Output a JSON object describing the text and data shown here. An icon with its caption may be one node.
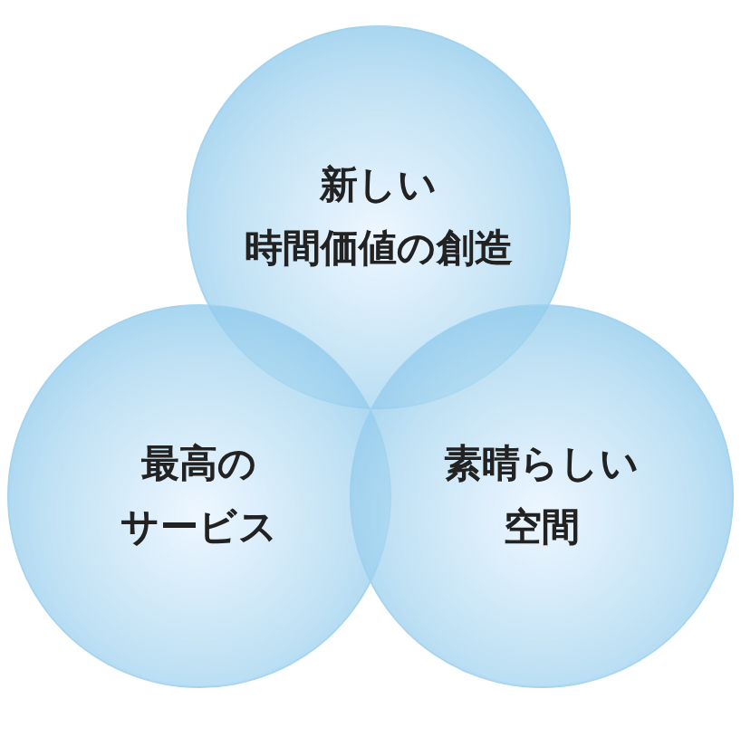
{
  "diagram": {
    "nodes": [
      {
        "text": [
          "新しい",
          "時間価値の創造"
        ]
      },
      {
        "text": [
          "最高の",
          "サービス"
        ]
      },
      {
        "text": [
          "素晴らしい",
          "空間"
        ]
      }
    ]
  }
}
